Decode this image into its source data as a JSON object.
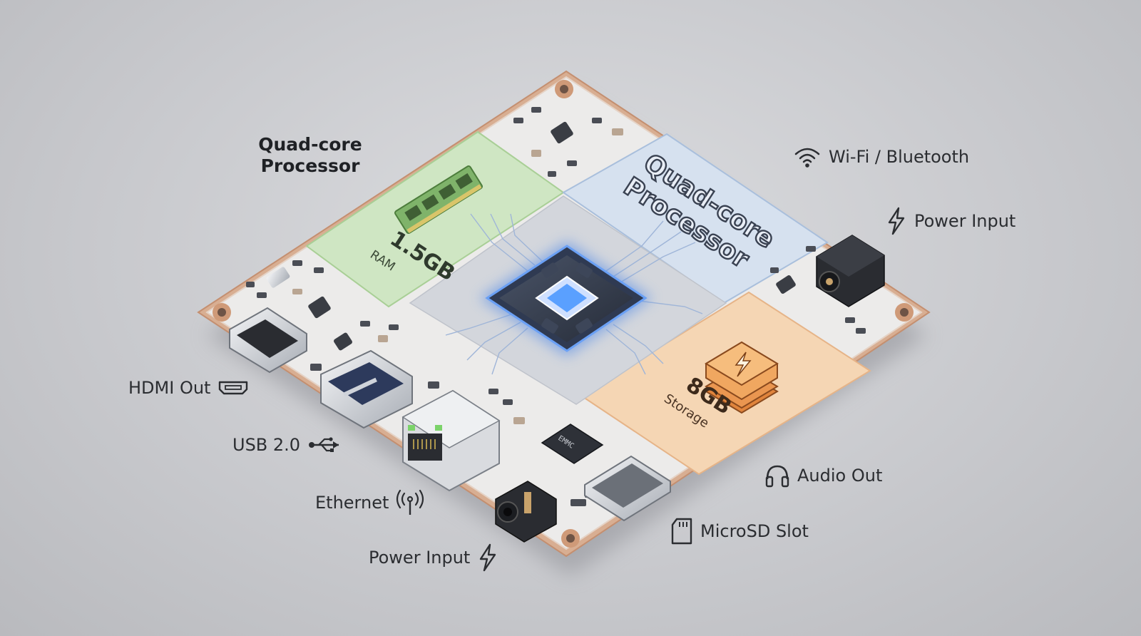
{
  "heading": {
    "line1": "Quad-core",
    "line2": "Processor"
  },
  "board": {
    "ram": {
      "size": "1.5GB",
      "label": "RAM"
    },
    "processor": {
      "line1": "Quad-core",
      "line2": "Processor"
    },
    "storage": {
      "size": "8GB",
      "label": "Storage"
    },
    "emmc_chip_label": "EMMC"
  },
  "callouts": {
    "wifi": {
      "label": "Wi-Fi / Bluetooth",
      "icon": "wifi-icon"
    },
    "power_right": {
      "label": "Power Input",
      "icon": "bolt-icon"
    },
    "hdmi": {
      "label": "HDMI Out",
      "icon": "hdmi-icon"
    },
    "usb": {
      "label": "USB 2.0",
      "icon": "usb-icon"
    },
    "ethernet": {
      "label": "Ethernet",
      "icon": "antenna-icon"
    },
    "power_bottom": {
      "label": "Power Input",
      "icon": "bolt-icon"
    },
    "audio": {
      "label": "Audio Out",
      "icon": "headphones-icon"
    },
    "microsd": {
      "label": "MicroSD Slot",
      "icon": "sd-card-icon"
    }
  },
  "colors": {
    "ram_zone": "#cfe6c3",
    "processor_zone": "#d6e1ef",
    "storage_zone": "#f5d6b4",
    "board": "#ecebea",
    "board_edge": "#d5a78a",
    "chip_glow": "#4c86e8"
  }
}
